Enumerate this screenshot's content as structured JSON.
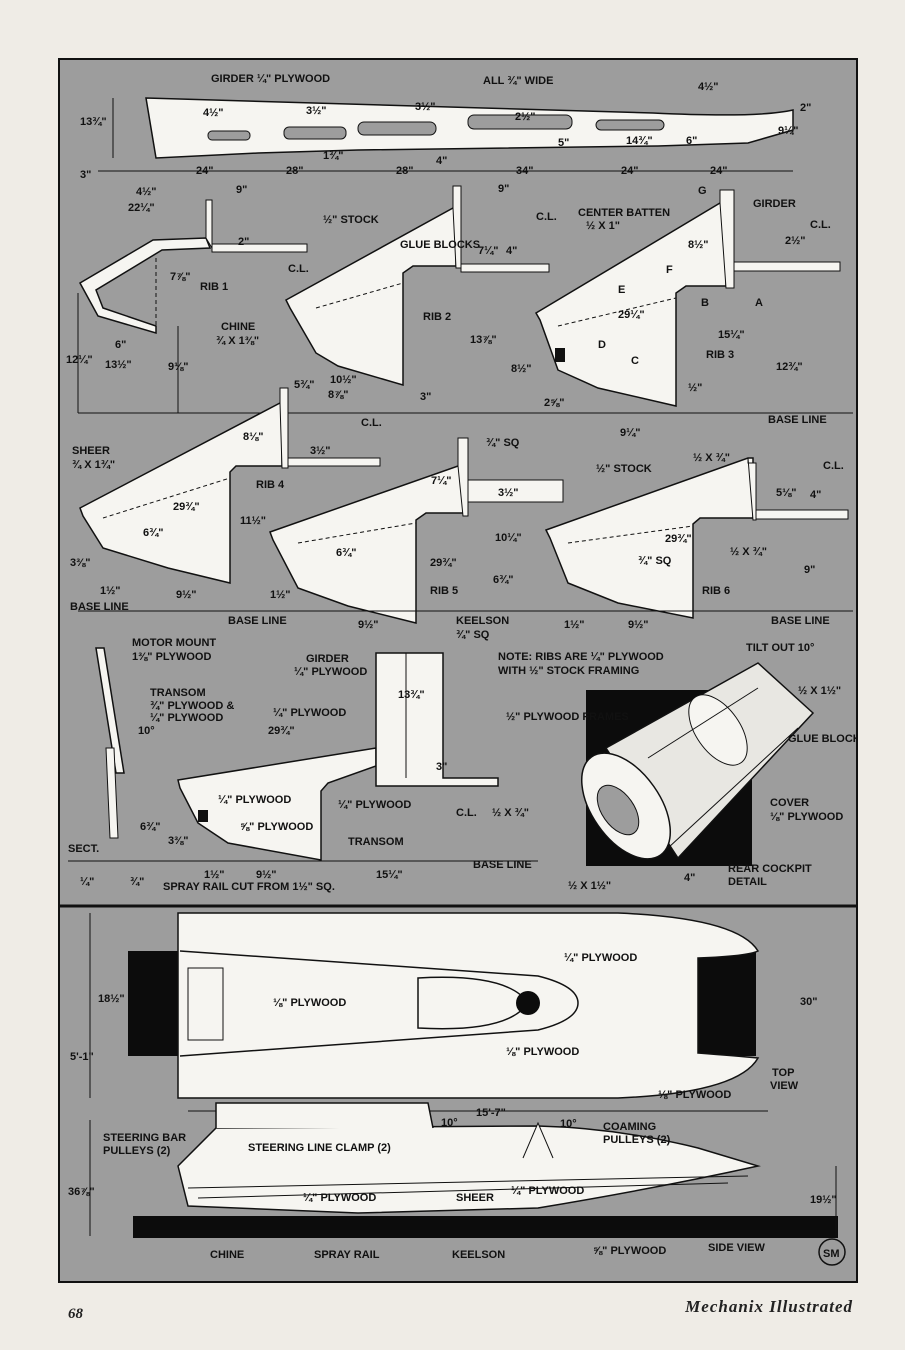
{
  "page": {
    "number": "68",
    "magazine": "Mechanix Illustrated"
  },
  "girder": {
    "title": "GIRDER ¼\" PLYWOOD",
    "all_wide": "ALL ¾\" WIDE",
    "dims": [
      "13¾\"",
      "4½\"",
      "3½\"",
      "3½\"",
      "2½\"",
      "4½\"",
      "2\"",
      "9¼\"",
      "1¾\"",
      "5\"",
      "14¾\"",
      "6\"",
      "3\"",
      "24\"",
      "28\"",
      "28\"",
      "4\"",
      "34\"",
      "24\"",
      "24\"",
      "4½\""
    ]
  },
  "rib1": {
    "name": "RIB 1",
    "dims": [
      "22¼\"",
      "9\"",
      "2\"",
      "7⅞\"",
      "6\"",
      "13½\"",
      "9⅛\"",
      "12¼\""
    ],
    "chine": "CHINE",
    "chine_size": "¾ X 1⅜\"",
    "cl": "C.L."
  },
  "rib2": {
    "name": "RIB 2",
    "stock": "½\" STOCK",
    "glue_blocks": "GLUE BLOCKS",
    "dims": [
      "9\"",
      "7¼\"",
      "4\"",
      "13⅞\"",
      "10½\"",
      "8⅞\"",
      "3\"",
      "5¾\""
    ],
    "cl": "C.L."
  },
  "rib3": {
    "name": "RIB 3",
    "center_batten": "CENTER BATTEN",
    "batten_size": "½ X 1\"",
    "girder": "GIRDER",
    "letters": [
      "G",
      "F",
      "E",
      "B",
      "A",
      "D",
      "C"
    ],
    "dims": [
      "8½\"",
      "2½\"",
      "29¼\"",
      "15¼\"",
      "12¾\"",
      "8½\"",
      "2⅝\"",
      "½\"",
      "9¼\""
    ],
    "cl": "C.L.",
    "base_line": "BASE LINE"
  },
  "rib4": {
    "name": "RIB 4",
    "sheer": "SHEER",
    "sheer_size": "¾ X 1¾\"",
    "dims": [
      "8⅛\"",
      "3½\"",
      "29¾\"",
      "6¾\"",
      "11½\"",
      "3⅜\"",
      "1½\"",
      "9½\""
    ],
    "cl": "C.L.",
    "base_line": "BASE LINE"
  },
  "rib5": {
    "name": "RIB 5",
    "sq": "¾\" SQ",
    "keelson": "KEELSON",
    "keelson_size": "¾\" SQ",
    "dims": [
      "7¼\"",
      "3½\"",
      "10¼\"",
      "6¾\"",
      "29¾\"",
      "6¾\"",
      "1½\"",
      "9½\""
    ],
    "base_line": "BASE LINE"
  },
  "rib6": {
    "name": "RIB 6",
    "stock": "½\" STOCK",
    "half_by_34": "½ X ¾\"",
    "sq": "¾\" SQ",
    "dims": [
      "5⅛\"",
      "4\"",
      "29¾\"",
      "9\"",
      "1½\"",
      "9½\""
    ],
    "cl": "C.L.",
    "base_line": "BASE LINE"
  },
  "transom_section": {
    "motor_mount": "MOTOR MOUNT",
    "motor_mount_size": "1⅜\" PLYWOOD",
    "transom": "TRANSOM",
    "transom_size1": "¾\" PLYWOOD &",
    "transom_size2": "¼\" PLYWOOD",
    "angle": "10°",
    "sect": "SECT.",
    "thick": [
      "¼\"",
      "¾\""
    ]
  },
  "transom": {
    "girder": "GIRDER",
    "girder_size": "¼\" PLYWOOD",
    "plywood": "¼\" PLYWOOD",
    "plywood2": "¼\" PLYWOOD",
    "plywood3": "¼\" PLYWOOD",
    "five16": "⅝\" PLYWOOD",
    "name": "TRANSOM",
    "dims": [
      "29¾\"",
      "13¾\"",
      "3\"",
      "6¾\"",
      "3⅜\"",
      "1½\"",
      "9½\"",
      "15¼\""
    ],
    "cl": "C.L.",
    "base_line": "BASE LINE",
    "spray_rail": "SPRAY RAIL CUT FROM 1½\" SQ.",
    "half_by_34": "½ X ¾\""
  },
  "note": {
    "line1": "NOTE: RIBS ARE ¼\" PLYWOOD",
    "line2": "WITH ½\" STOCK FRAMING"
  },
  "cockpit": {
    "tilt": "TILT OUT 10°",
    "size1": "½ X 1½\"",
    "frames": "½\" PLYWOOD FRAMES",
    "glue_blocks": "GLUE BLOCKS",
    "cover": "COVER",
    "cover_size": "⅛\" PLYWOOD",
    "title1": "REAR COCKPIT",
    "title2": "DETAIL",
    "size2": "½ X 1½\"",
    "four": "4\""
  },
  "top_view": {
    "title1": "TOP",
    "title2": "VIEW",
    "plywood_a": "¼\" PLYWOOD",
    "plywood_b": "⅛\" PLYWOOD",
    "plywood_c": "⅛\" PLYWOOD",
    "plywood_d": "⅛\" PLYWOOD",
    "dims": [
      "18½\"",
      "30\"",
      "5'-1\"",
      "15'-7\""
    ]
  },
  "side_view": {
    "title": "SIDE VIEW",
    "steering_bar": "STEERING BAR",
    "pulleys": "PULLEYS (2)",
    "steering_clamp": "STEERING LINE CLAMP (2)",
    "coaming": "COAMING",
    "coaming_pulleys": "PULLEYS (2)",
    "plywood_a": "¼\" PLYWOOD",
    "plywood_b": "¼\" PLYWOOD",
    "plywood_c": "⅝\" PLYWOOD",
    "sheer": "SHEER",
    "chine": "CHINE",
    "spray_rail": "SPRAY RAIL",
    "keelson": "KEELSON",
    "dims": [
      "36⅞\"",
      "19½\"",
      "10°",
      "10°"
    ]
  },
  "colors": {
    "panel_bg": "#9d9d9d",
    "part_fill": "#f6f5f1",
    "ink": "#111111",
    "black": "#0c0c0c",
    "paper": "#efece6"
  },
  "monogram": "SM"
}
